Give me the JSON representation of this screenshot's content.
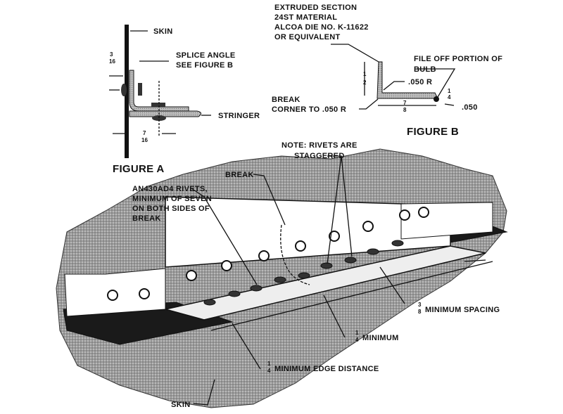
{
  "figure_a": {
    "title": "FIGURE A",
    "skin": "SKIN",
    "splice_angle": [
      "SPLICE ANGLE",
      "SEE FIGURE B"
    ],
    "stringer": "STRINGER",
    "dim_top": [
      "3",
      "16"
    ],
    "dim_bottom": [
      "7",
      "16"
    ]
  },
  "figure_b": {
    "title": "FIGURE B",
    "extruded": [
      "EXTRUDED SECTION",
      "24ST MATERIAL",
      "ALCOA DIE NO. K-11622",
      "OR EQUIVALENT"
    ],
    "file_off": [
      "FILE OFF PORTION OF",
      "BULB"
    ],
    "radius": ".050 R",
    "break_corner": [
      "BREAK",
      "CORNER TO .050 R"
    ],
    "thickness": ".050",
    "dim_height": [
      "1",
      "2"
    ],
    "dim_width": [
      "7",
      "8"
    ],
    "dim_bulb": [
      "1",
      "4"
    ]
  },
  "main": {
    "rivets": [
      "AN430AD4 RIVETS,",
      "MINIMUM OF SEVEN",
      "ON BOTH SIDES OF",
      "BREAK"
    ],
    "break": "BREAK",
    "note": [
      "NOTE: RIVETS ARE",
      "STAGGERED"
    ],
    "spacing": {
      "frac": [
        "3",
        "8"
      ],
      "text": "MINIMUM SPACING"
    },
    "minimum": {
      "frac": [
        "1",
        "4"
      ],
      "text": "MINIMUM"
    },
    "edge": {
      "frac": [
        "1",
        "4"
      ],
      "text": "MINIMUM EDGE DISTANCE"
    },
    "skin": "SKIN"
  }
}
